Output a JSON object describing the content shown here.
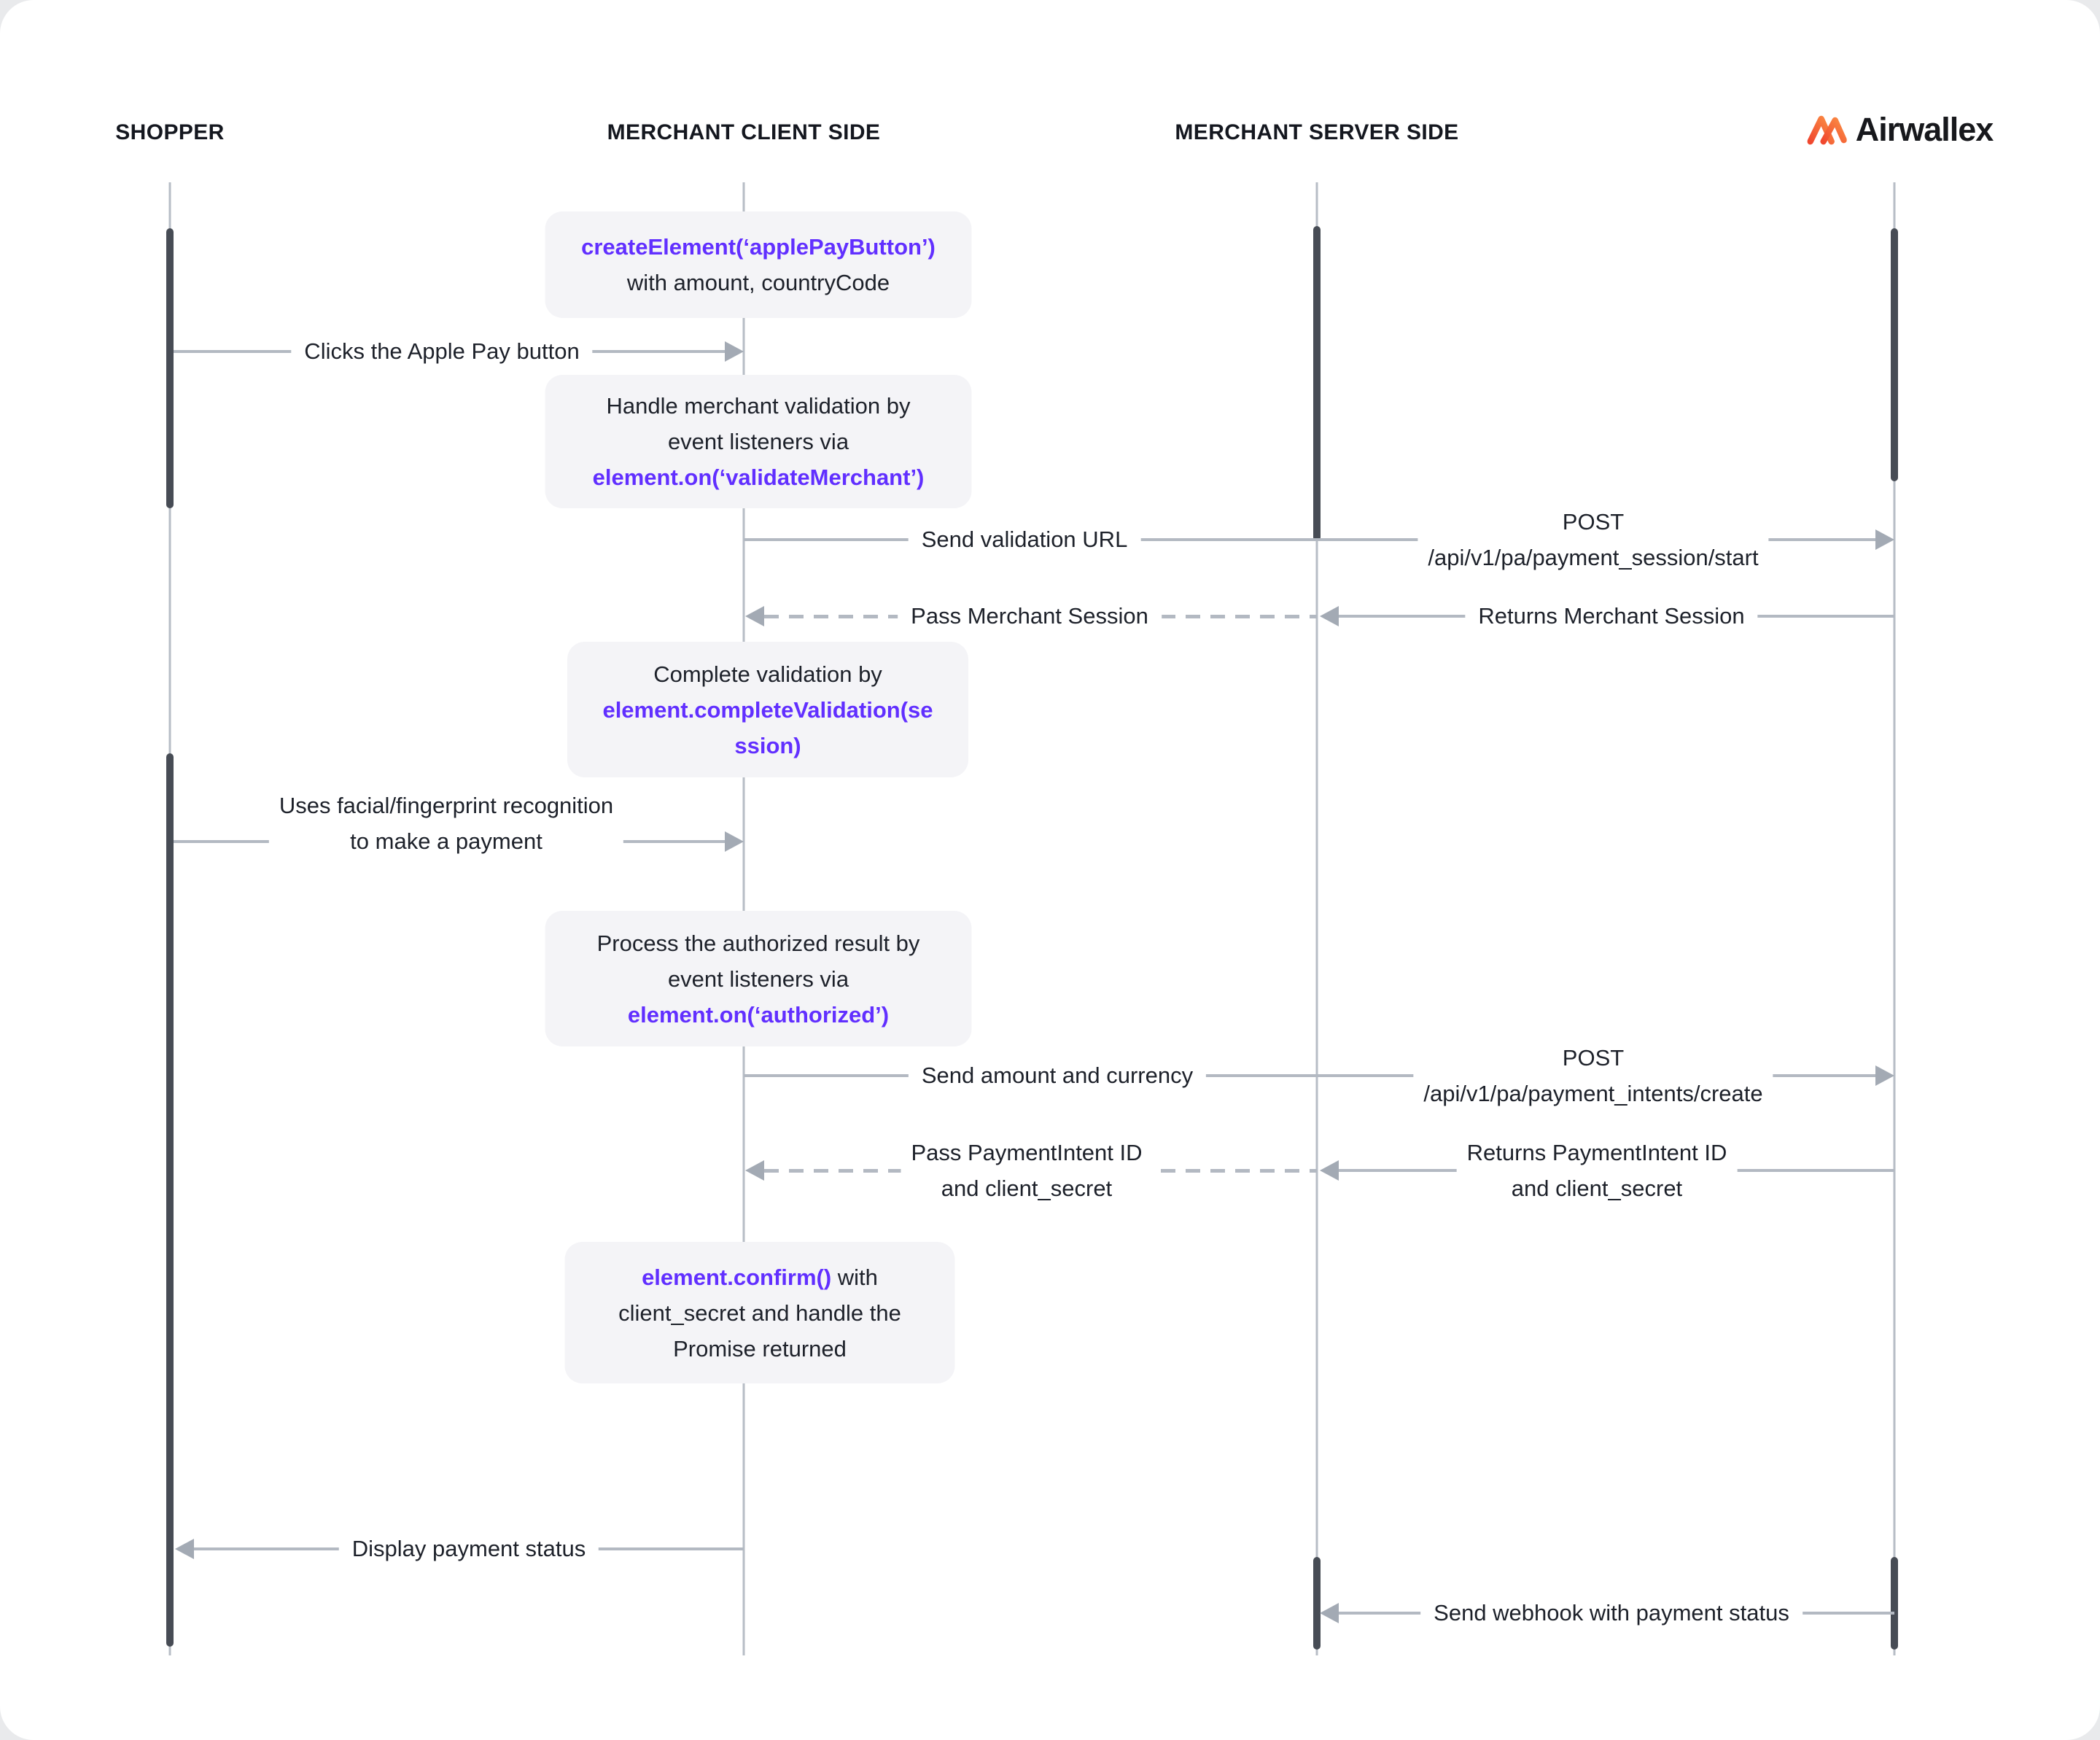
{
  "colors": {
    "accent_purple": "#612FFF",
    "text_dark": "#1D212A",
    "line_gray": "#B3B9C2",
    "activation_dark": "#474C55",
    "box_bg": "#F4F4F7",
    "logo_gradient_start": "#F0482F",
    "logo_gradient_end": "#FB8E44"
  },
  "lifelines": [
    {
      "label": "SHOPPER"
    },
    {
      "label": "MERCHANT CLIENT SIDE"
    },
    {
      "label": "MERCHANT SERVER SIDE"
    },
    {
      "label": "Airwallex"
    }
  ],
  "boxes": [
    {
      "code": "createElement(‘applePayButton’)",
      "plain": "with amount, countryCode"
    },
    {
      "line1": "Handle merchant validation by",
      "line2": "event listeners via",
      "code": "element.on(‘validateMerchant’)"
    },
    {
      "line1": "Complete validation by",
      "code_line1": "element.completeValidation(se",
      "code_line2": "ssion)"
    },
    {
      "line1": "Process the authorized result by",
      "line2": "event listeners via",
      "code": "element.on(‘authorized’)"
    },
    {
      "code": "element.confirm()",
      "code_suffix": " with",
      "line2": "client_secret and handle the",
      "line3": "Promise returned"
    }
  ],
  "messages": [
    {
      "label": "Clicks the Apple Pay button",
      "from": "shopper",
      "to": "merchant-client",
      "style": "solid"
    },
    {
      "label": "Send validation URL",
      "from": "merchant-client",
      "to": "merchant-server",
      "style": "solid"
    },
    {
      "label_line1": "POST",
      "label_line2": "/api/v1/pa/payment_session/start",
      "from": "merchant-server",
      "to": "airwallex",
      "style": "solid"
    },
    {
      "label": "Pass Merchant Session",
      "from": "merchant-server",
      "to": "merchant-client",
      "style": "dashed"
    },
    {
      "label": "Returns Merchant Session",
      "from": "airwallex",
      "to": "merchant-server",
      "style": "solid"
    },
    {
      "label_line1": "Uses facial/fingerprint recognition",
      "label_line2": "to make a payment",
      "from": "shopper",
      "to": "merchant-client",
      "style": "solid"
    },
    {
      "label": "Send amount and currency",
      "from": "merchant-client",
      "to": "merchant-server",
      "style": "solid"
    },
    {
      "label_line1": "POST",
      "label_line2": "/api/v1/pa/payment_intents/create",
      "from": "merchant-server",
      "to": "airwallex",
      "style": "solid"
    },
    {
      "label_line1": "Pass PaymentIntent ID",
      "label_line2": "and client_secret",
      "from": "merchant-server",
      "to": "merchant-client",
      "style": "dashed"
    },
    {
      "label_line1": "Returns PaymentIntent ID",
      "label_line2": "and client_secret",
      "from": "airwallex",
      "to": "merchant-server",
      "style": "solid"
    },
    {
      "label": "Display payment status",
      "from": "merchant-client",
      "to": "shopper",
      "style": "solid"
    },
    {
      "label": "Send webhook with payment status",
      "from": "airwallex",
      "to": "merchant-server",
      "style": "solid"
    }
  ]
}
